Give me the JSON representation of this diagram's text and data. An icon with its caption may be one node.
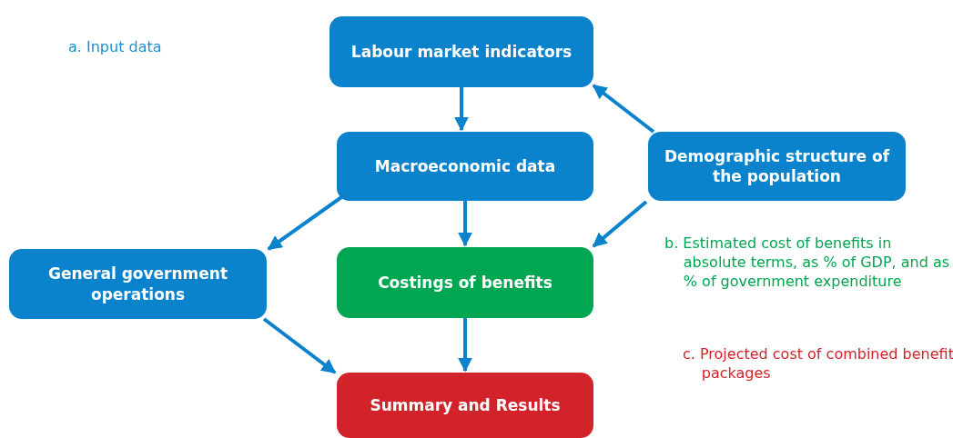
{
  "diagram": {
    "nodes": [
      {
        "text": [
          "Labour market indicators"
        ]
      },
      {
        "text": [
          "Macroeconomic data"
        ]
      },
      {
        "text": [
          "Demographic structure of the population"
        ]
      },
      {
        "text": [
          "General government operations"
        ]
      },
      {
        "text": [
          "Costings of benefits"
        ]
      },
      {
        "text": [
          "Summary and Results"
        ]
      }
    ],
    "edges": [
      {
        "from": 0,
        "to": 1,
        "arrow": "to"
      },
      {
        "from": 2,
        "to": 0,
        "arrow": "to"
      },
      {
        "from": 1,
        "to": 3,
        "arrow": "to"
      },
      {
        "from": 1,
        "to": 4,
        "arrow": "to"
      },
      {
        "from": 2,
        "to": 4,
        "arrow": "to"
      },
      {
        "from": 3,
        "to": 5,
        "arrow": "to"
      },
      {
        "from": 4,
        "to": 5,
        "arrow": "to"
      }
    ],
    "labels": [
      "a. Input data",
      "b. Estimated cost of benefits in absolute terms, as % of GDP, and as % of government expenditure",
      "c. Projected cost of combined benefit packages"
    ]
  }
}
